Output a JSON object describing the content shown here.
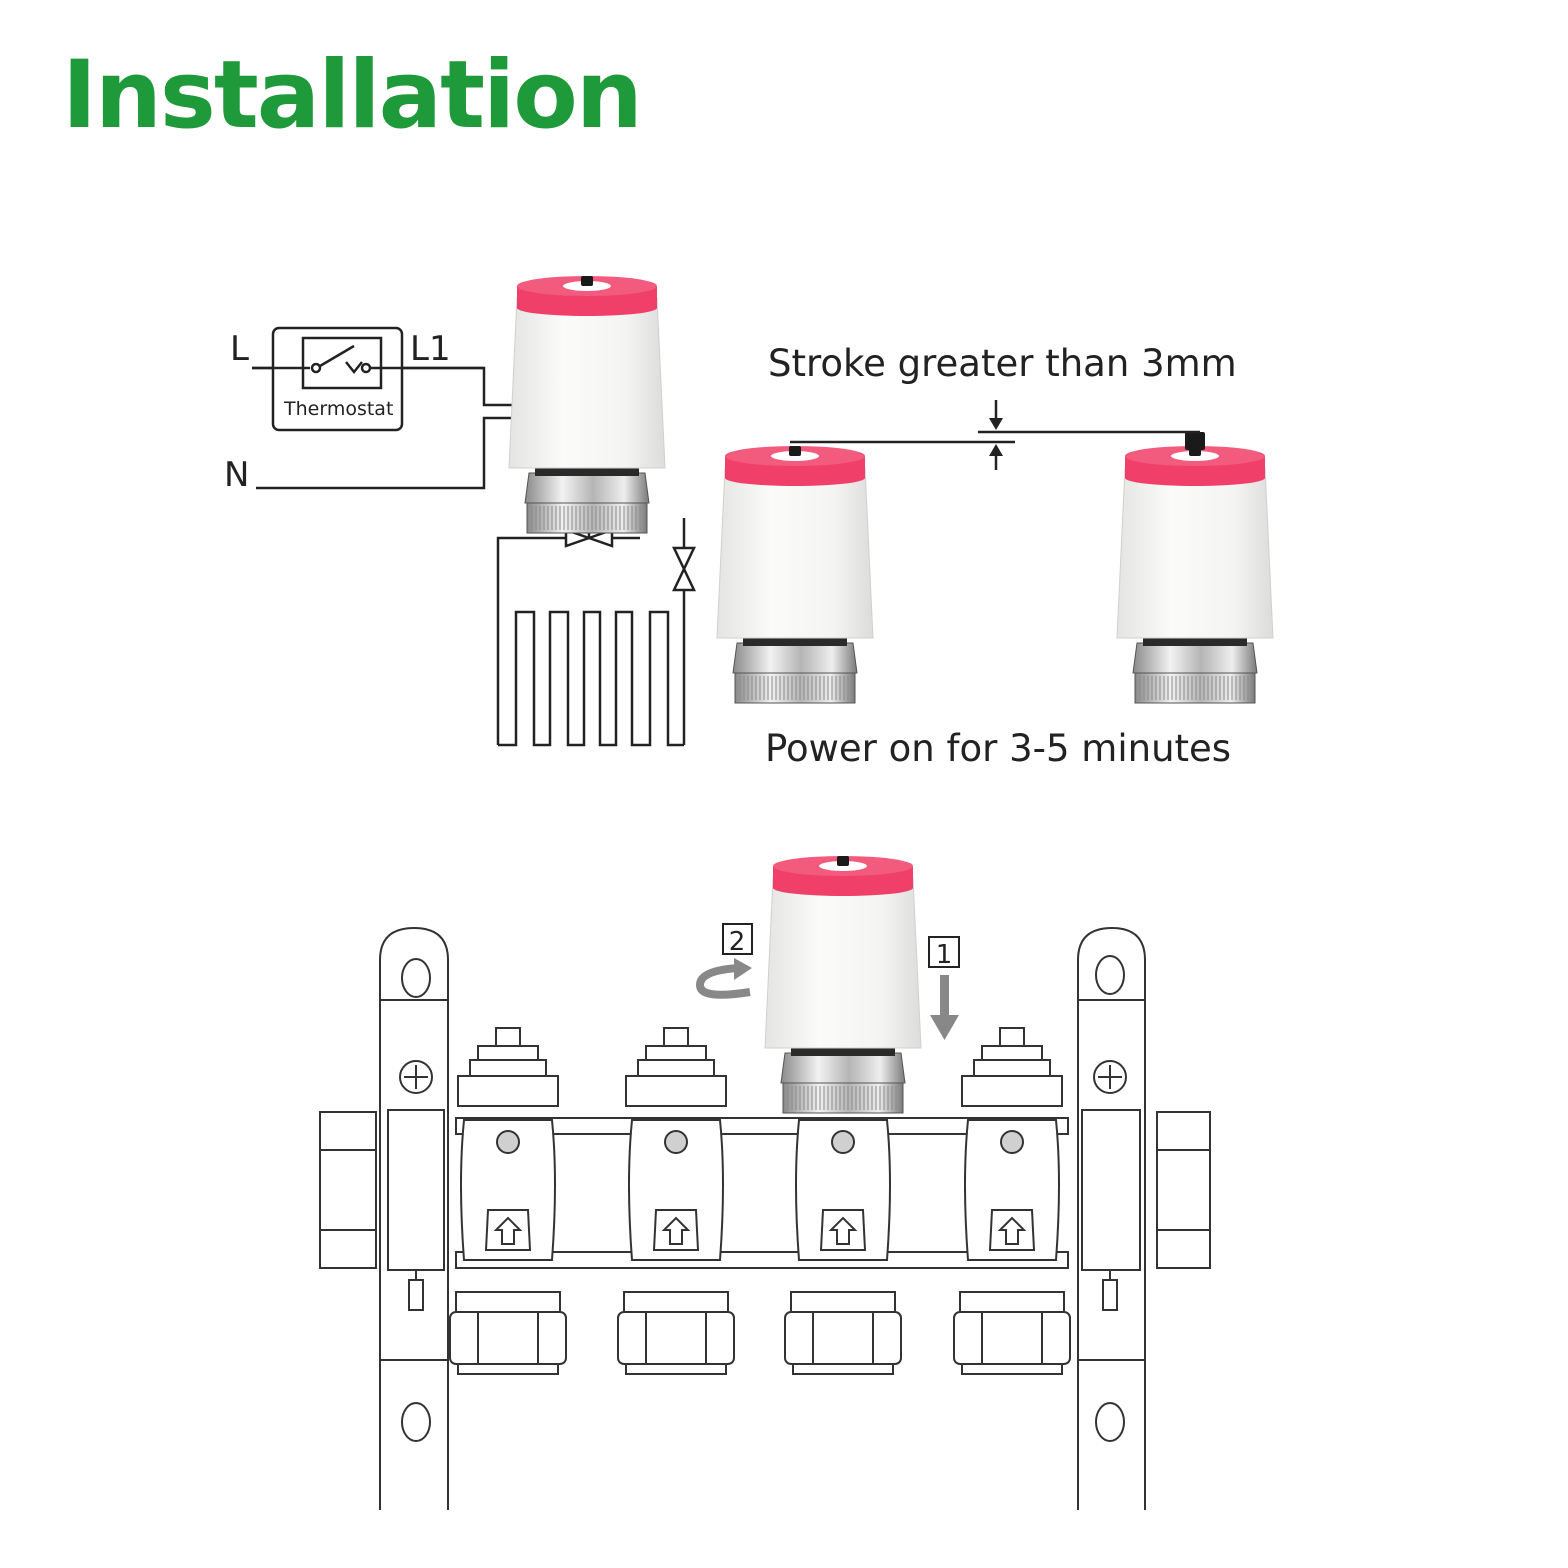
{
  "title": "Installation",
  "wiring": {
    "line_label": "L",
    "load_label": "L1",
    "neutral_label": "N",
    "thermostat_label": "Thermostat"
  },
  "stroke_caption": "Stroke greater than 3mm",
  "power_caption": "Power on for 3-5 minutes",
  "steps": {
    "step1": "1",
    "step2": "2"
  },
  "colors": {
    "title": "#1e9a3a",
    "actuator_cap": "#f0406a",
    "actuator_body": "#f4f4f2",
    "lines": "#222222"
  }
}
